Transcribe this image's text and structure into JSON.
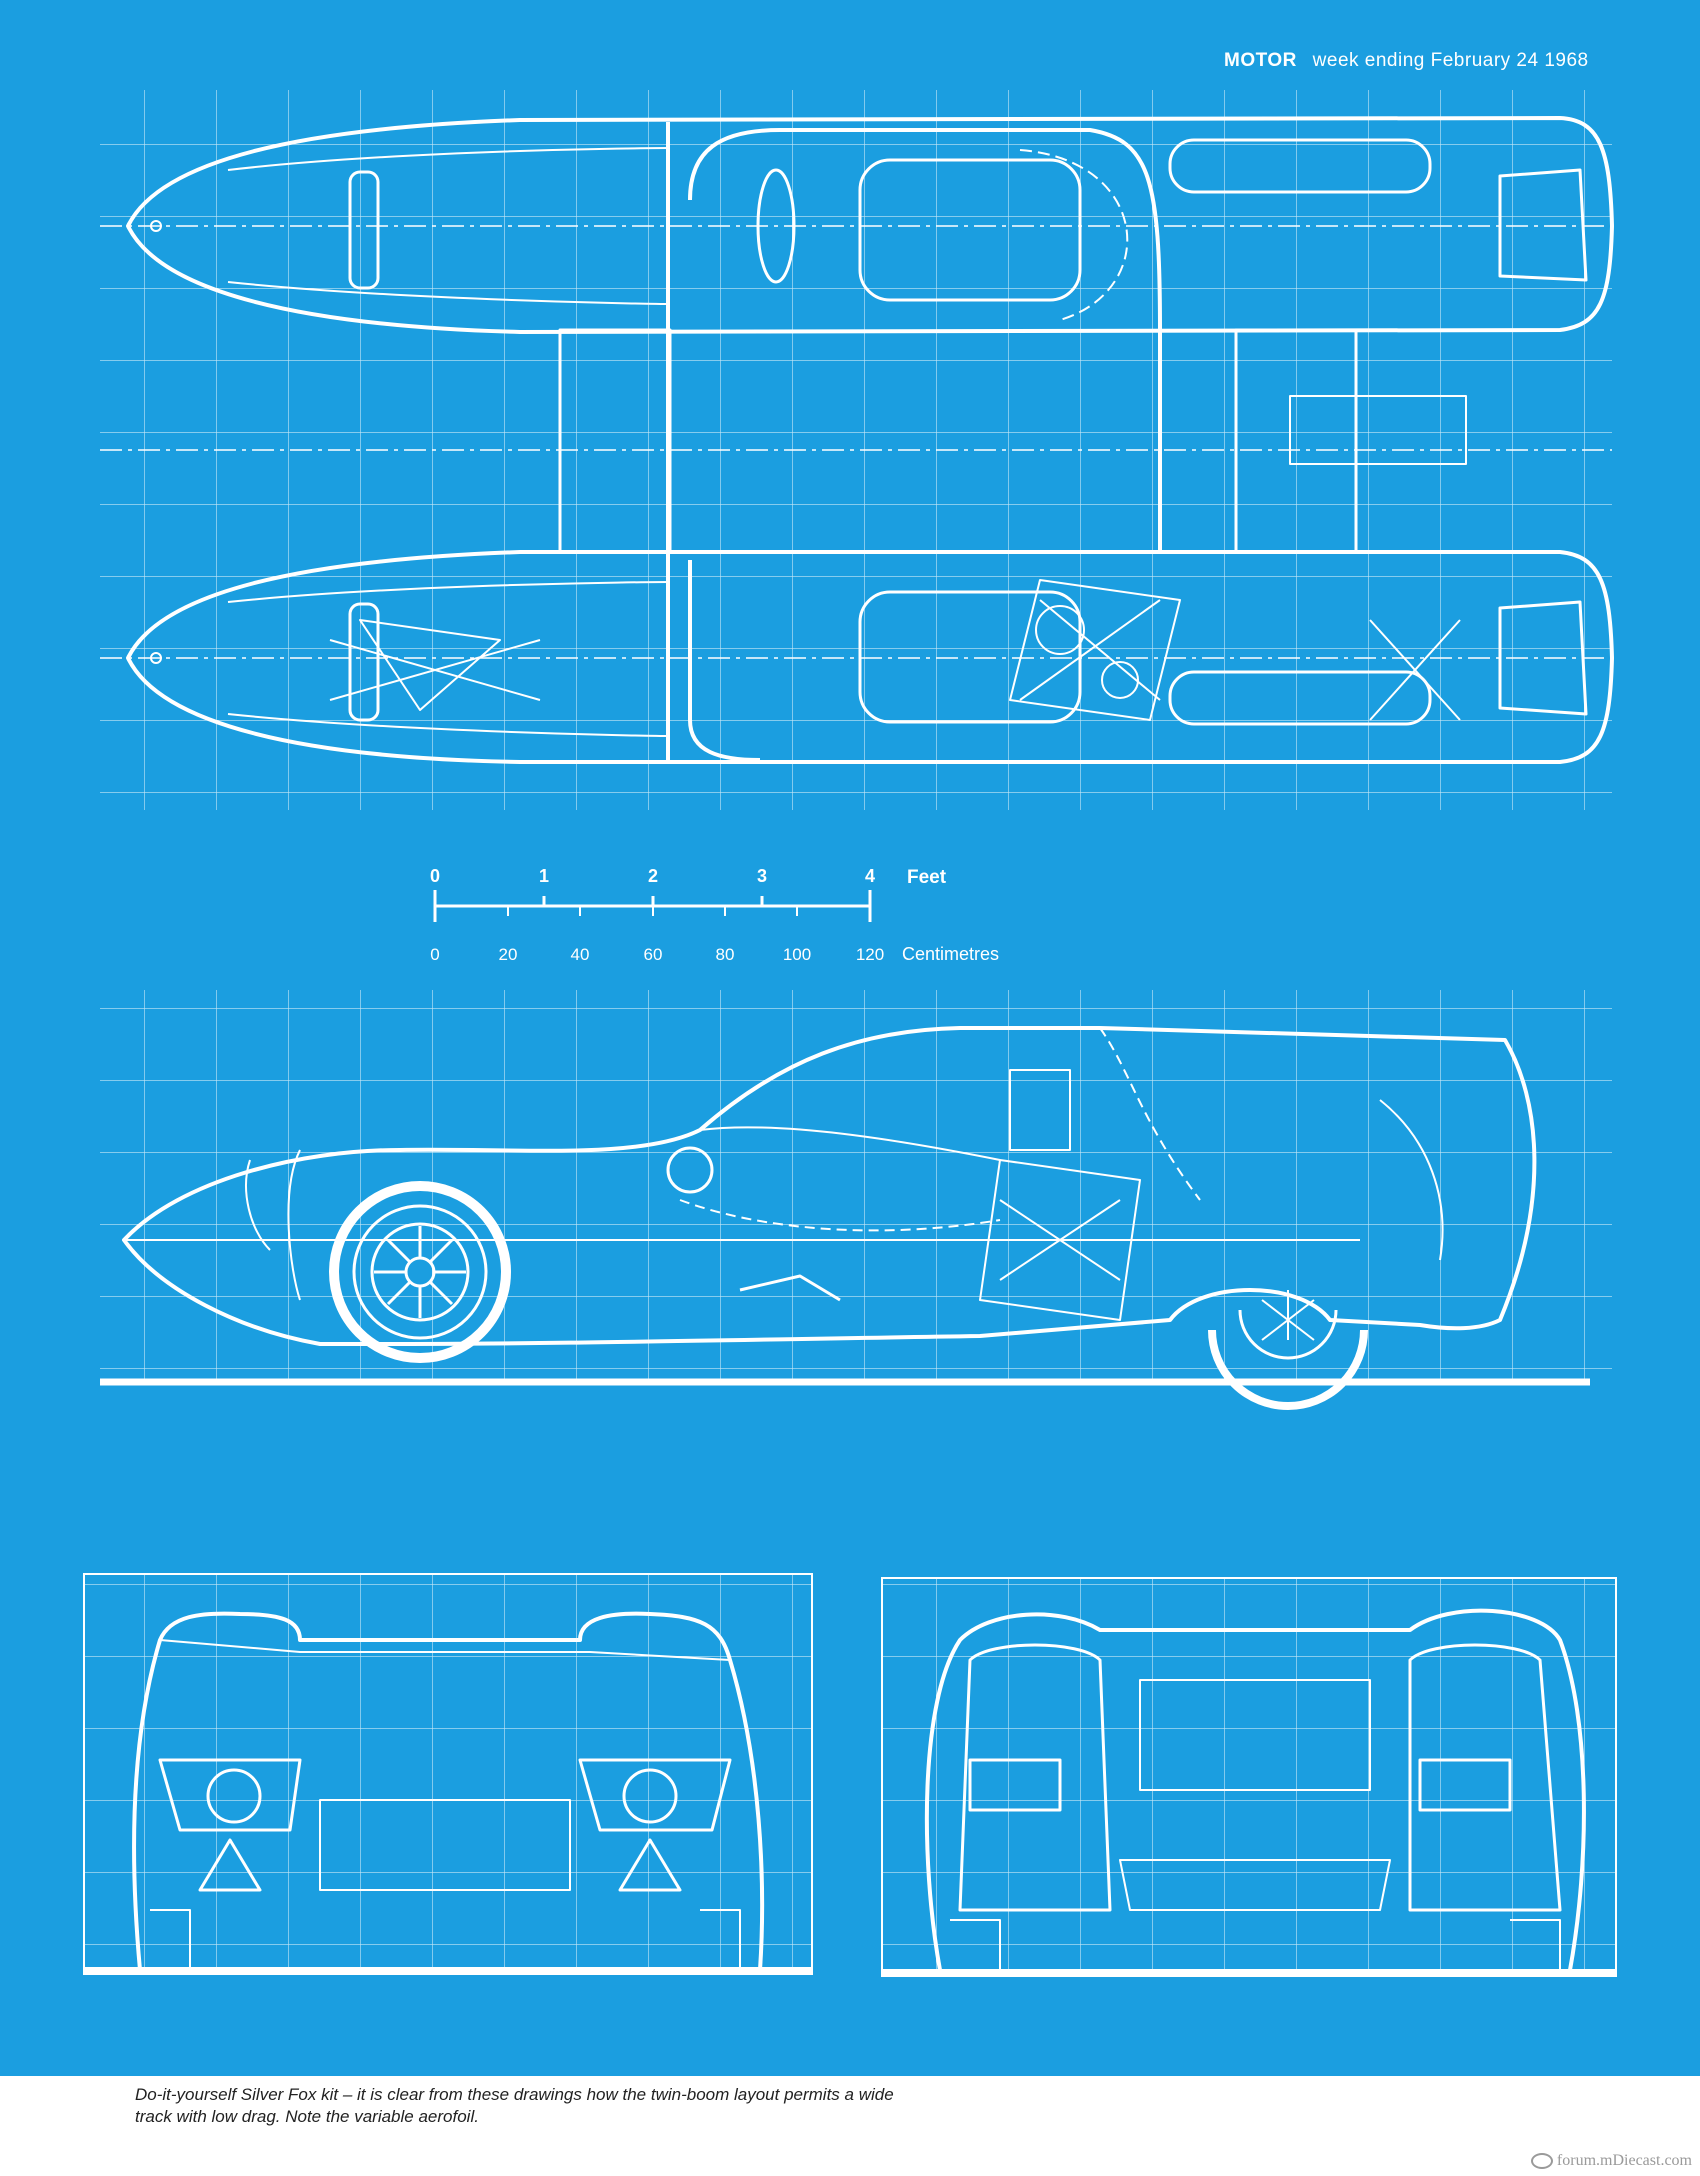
{
  "header": {
    "brand": "MOTOR",
    "issue": "week ending February  24  1968"
  },
  "scale": {
    "feet_ticks": [
      "0",
      "1",
      "2",
      "3",
      "4"
    ],
    "feet_unit": "Feet",
    "cm_ticks": [
      "0",
      "20",
      "40",
      "60",
      "80",
      "100",
      "120"
    ],
    "cm_unit": "Centimetres"
  },
  "caption": "Do-it-yourself Silver Fox kit – it is clear from these drawings how the twin-boom layout permits a wide track with low drag. Note the variable aerofoil.",
  "watermark": "forum.mDiecast.com",
  "colors": {
    "blueprint": "#1b9ee0",
    "line": "#ffffff",
    "caption_bg": "#ffffff"
  }
}
